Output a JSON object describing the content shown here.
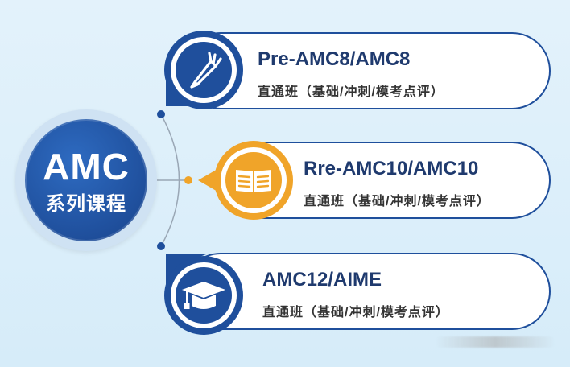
{
  "center": {
    "title": "AMC",
    "subtitle": "系列课程"
  },
  "items": [
    {
      "title": "Pre-AMC8/AMC8",
      "subtitle": "直通班（基础/冲刺/模考点评）",
      "icon": "pencil-icon",
      "accent": "#1f4f9c"
    },
    {
      "title": "Rre-AMC10/AMC10",
      "subtitle": "直通班（基础/冲刺/模考点评）",
      "icon": "open-book-icon",
      "accent": "#f0a429"
    },
    {
      "title": "AMC12/AIME",
      "subtitle": "直通班（基础/冲刺/模考点评）",
      "icon": "graduation-cap-icon",
      "accent": "#1f4f9c"
    }
  ],
  "colors": {
    "primary_blue": "#1f4f9c",
    "accent_orange": "#f0a429",
    "background": "#dcedf9"
  }
}
